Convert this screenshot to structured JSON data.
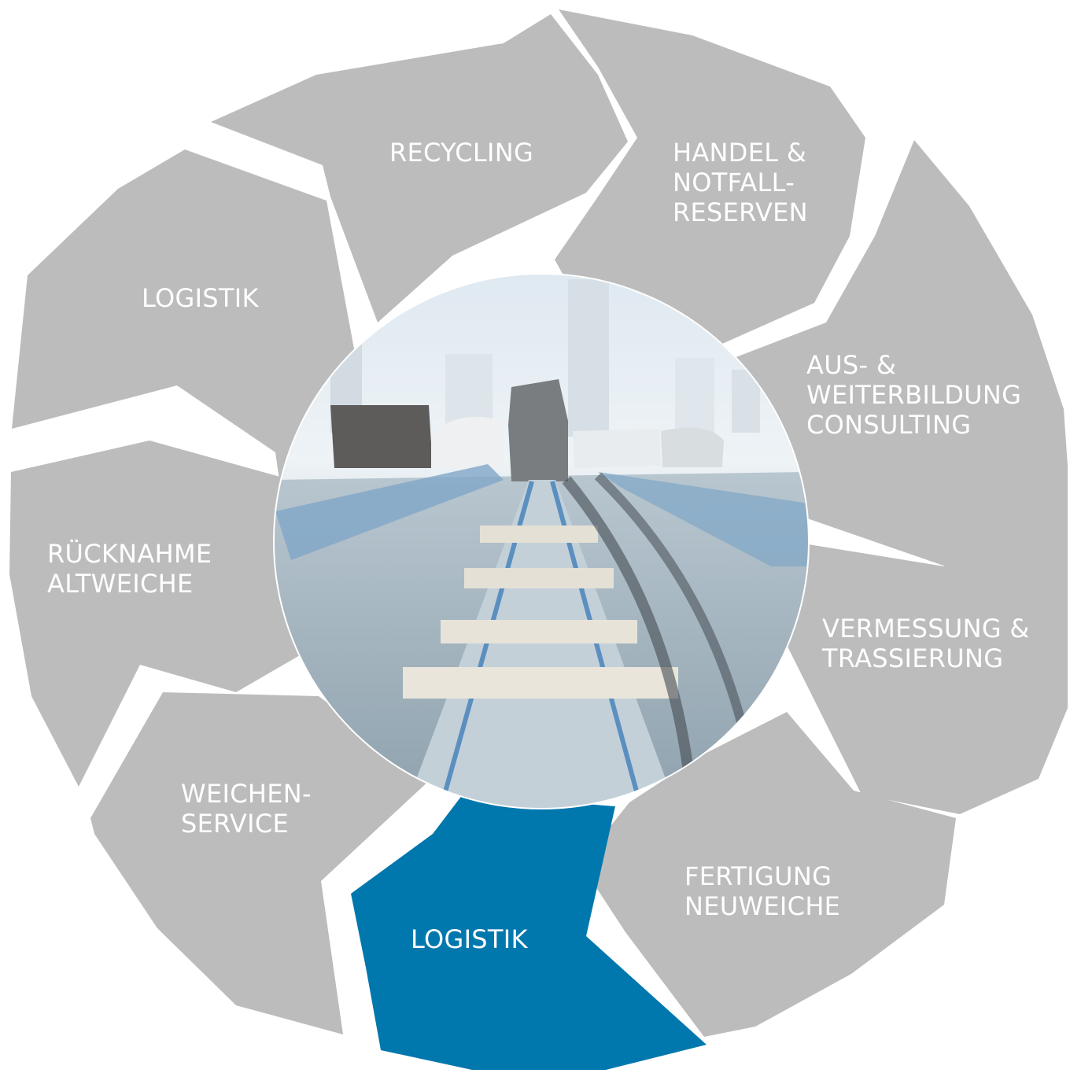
{
  "colors": {
    "segment": "#bcbcbc",
    "segment_active": "#0077ad",
    "label": "#ffffff",
    "background": "#ffffff"
  },
  "segments": [
    {
      "id": "recycling",
      "lines": [
        "RECYCLING"
      ],
      "active": false
    },
    {
      "id": "handel",
      "lines": [
        "HANDEL &",
        "NOTFALL-",
        "RESERVEN"
      ],
      "active": false
    },
    {
      "id": "ausbildung",
      "lines": [
        "AUS- &",
        "WEITERBILDUNG",
        "CONSULTING"
      ],
      "active": false
    },
    {
      "id": "vermessung",
      "lines": [
        "VERMESSUNG &",
        "TRASSIERUNG"
      ],
      "active": false
    },
    {
      "id": "fertigung",
      "lines": [
        "FERTIGUNG",
        "NEUWEICHE"
      ],
      "active": false
    },
    {
      "id": "logistik-bottom",
      "lines": [
        "LOGISTIK"
      ],
      "active": true
    },
    {
      "id": "weichenservice",
      "lines": [
        "WEICHEN-",
        "SERVICE"
      ],
      "active": false
    },
    {
      "id": "ruecknahme",
      "lines": [
        "RÜCKNAHME",
        "ALTWEICHE"
      ],
      "active": false
    },
    {
      "id": "logistik-top",
      "lines": [
        "LOGISTIK"
      ],
      "active": false
    }
  ],
  "center_image": {
    "icon": "railway-switch-illustration-icon"
  }
}
